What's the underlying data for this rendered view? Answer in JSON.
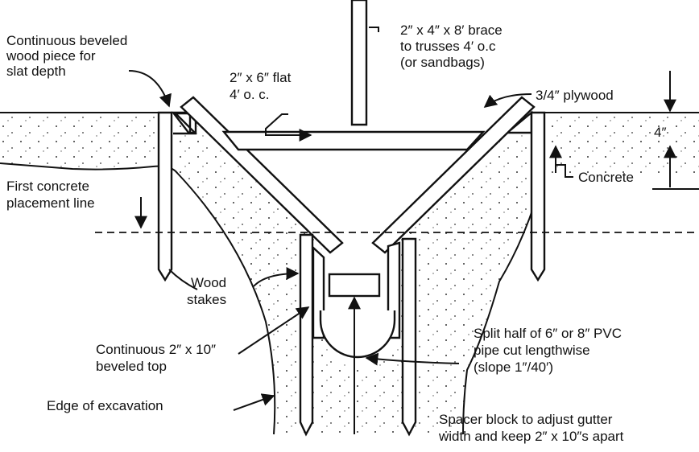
{
  "labels": {
    "beveled_wood_1": "Continuous beveled",
    "beveled_wood_2": "wood piece for",
    "beveled_wood_3": "slat depth",
    "flat_1": "2″ x 6″ flat",
    "flat_2": "4′ o. c.",
    "brace_1": "2″ x 4″ x 8′ brace",
    "brace_2": "to trusses 4′ o.c",
    "brace_3": "(or sandbags)",
    "plywood": "3/4″ plywood",
    "dim_4in": "4″",
    "concrete": "Concrete",
    "first_concrete_1": "First concrete",
    "first_concrete_2": "placement line",
    "wood_stakes_1": "Wood",
    "wood_stakes_2": "stakes",
    "cont_2x10_1": "Continuous 2″ x 10″",
    "cont_2x10_2": "beveled top",
    "pvc_1": "Split half of 6″ or 8″ PVC",
    "pvc_2": "pipe cut lengthwise",
    "pvc_3": "(slope 1″/40′)",
    "edge": "Edge of excavation",
    "spacer_1": "Spacer block to adjust gutter",
    "spacer_2": "width and keep 2″ x 10″s apart"
  },
  "colors": {
    "ink": "#111111",
    "paper": "#ffffff"
  }
}
